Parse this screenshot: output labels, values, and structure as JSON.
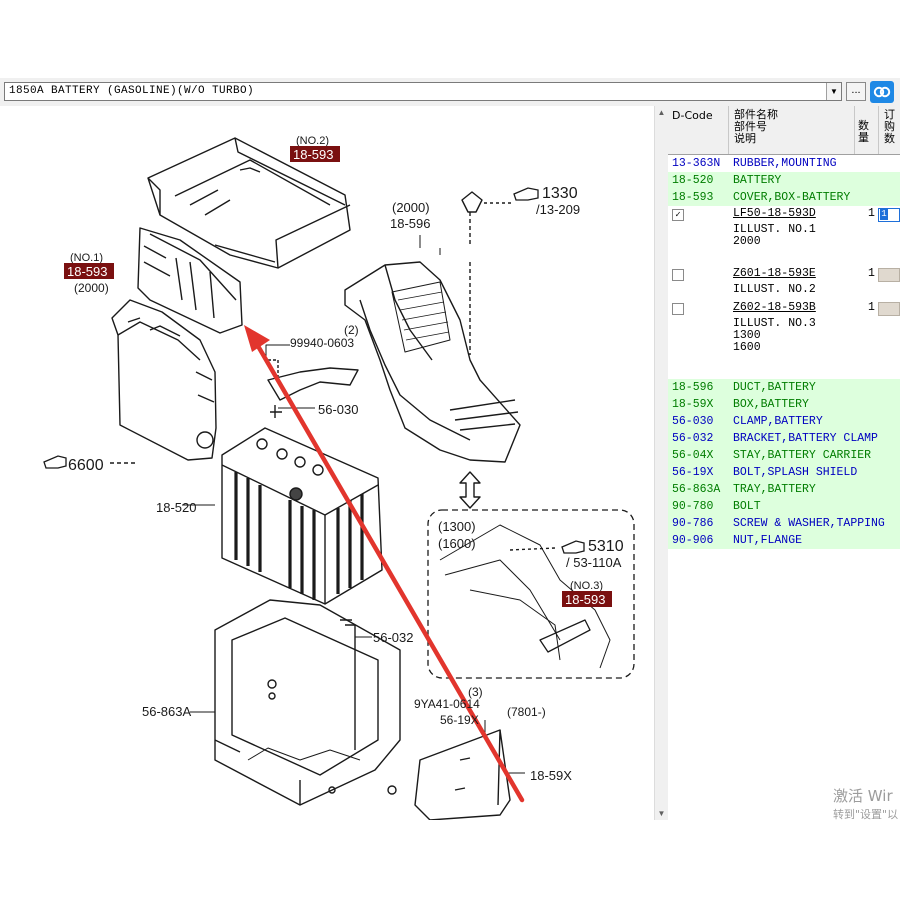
{
  "toolbar": {
    "combo_value": "1850A  BATTERY (GASOLINE)(W/O TURBO)",
    "dropdown_glyph": "▼",
    "browse_label": "..."
  },
  "diagram": {
    "callouts": {
      "no2_tag": "(NO.2)",
      "no2_part": "18-593",
      "no1_tag": "(NO.1)",
      "no1_part": "18-593",
      "no1_year": "(2000)",
      "no3_tag": "(NO.3)",
      "no3_part": "18-593",
      "ref_1330": "1330",
      "ref_13_209": "/13-209",
      "ref_2000": "(2000)",
      "ref_18_596": "18-596",
      "ref_99940": "99940-0603",
      "ref_qty2": "(2)",
      "ref_56_030": "56-030",
      "ref_6600": "6600",
      "ref_18_520": "18-520",
      "ref_1300": "(1300)",
      "ref_1600": "(1600)",
      "ref_5310": "5310",
      "ref_53_110a": "/ 53-110A",
      "ref_56_032": "56-032",
      "ref_56_863a": "56-863A",
      "ref_qty3": "(3)",
      "ref_9ya41": "9YA41-0614",
      "ref_7801": "(7801-)",
      "ref_56_19x": "56-19X",
      "ref_18_59x": "18-59X"
    }
  },
  "panel": {
    "headers": {
      "dcode": "D-Code",
      "name_l1": "部件名称",
      "name_l2": "部件号",
      "name_l3": "说明",
      "qty": "数量",
      "order_l1": "订",
      "order_l2": "购",
      "order_l3": "数"
    },
    "top_rows": [
      {
        "code": "13-363N",
        "name": "RUBBER,MOUNTING",
        "highlight": false,
        "color": "blue"
      },
      {
        "code": "18-520",
        "name": "BATTERY",
        "highlight": true,
        "color": "green"
      },
      {
        "code": "18-593",
        "name": "COVER,BOX-BATTERY",
        "highlight": true,
        "color": "green"
      }
    ],
    "sub_parts": [
      {
        "checked": true,
        "checkmark": "✓",
        "part_no": "LF50-18-593D",
        "lines": [
          "ILLUST. NO.1",
          "2000"
        ],
        "qty": "1",
        "order": "1"
      },
      {
        "checked": false,
        "checkmark": "",
        "part_no": "Z601-18-593E",
        "lines": [
          "ILLUST. NO.2"
        ],
        "qty": "1",
        "order": ""
      },
      {
        "checked": false,
        "checkmark": "",
        "part_no": "Z602-18-593B",
        "lines": [
          "ILLUST. NO.3",
          "1300",
          "1600"
        ],
        "qty": "1",
        "order": ""
      }
    ],
    "bottom_rows": [
      {
        "code": "18-596",
        "name": "DUCT,BATTERY",
        "color": "green"
      },
      {
        "code": "18-59X",
        "name": "BOX,BATTERY",
        "color": "green"
      },
      {
        "code": "56-030",
        "name": "CLAMP,BATTERY",
        "color": "blue"
      },
      {
        "code": "56-032",
        "name": "BRACKET,BATTERY CLAMP",
        "color": "blue"
      },
      {
        "code": "56-04X",
        "name": "STAY,BATTERY CARRIER",
        "color": "green"
      },
      {
        "code": "56-19X",
        "name": "BOLT,SPLASH SHIELD",
        "color": "blue"
      },
      {
        "code": "56-863A",
        "name": "TRAY,BATTERY",
        "color": "green"
      },
      {
        "code": "90-780",
        "name": "BOLT",
        "color": "green"
      },
      {
        "code": "90-786",
        "name": "SCREW & WASHER,TAPPING",
        "color": "blue"
      },
      {
        "code": "90-906",
        "name": "NUT,FLANGE",
        "color": "blue"
      }
    ]
  },
  "watermark": {
    "line1": "激活 Wir",
    "line2": "转到\"设置\"以"
  },
  "colors": {
    "code_blue": "#0000c0",
    "code_green": "#007d00",
    "row_highlight": "#ddffdd",
    "tag_bg": "#7a1010",
    "arrow_red": "#e2352d",
    "toolbar_blue_button": "#1e88e5"
  }
}
